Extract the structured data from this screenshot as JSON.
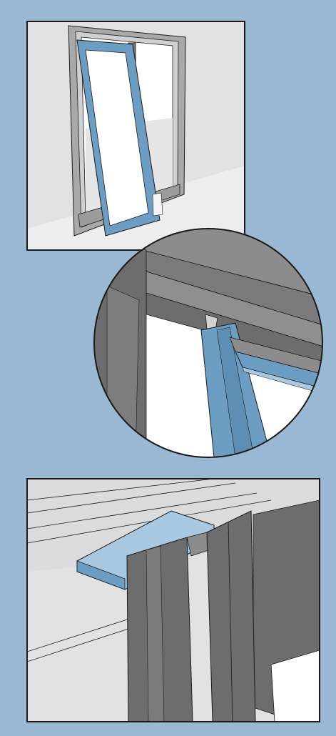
{
  "colors": {
    "background": "#9ab8d3",
    "frame_blue": "#6b9ec2",
    "frame_blue_light": "#a9c8e2",
    "dark_gray": "#6d6d6d",
    "mid_gray": "#8c8c8c",
    "light_gray": "#d2d2d2",
    "wall": "#e2e2e2",
    "white": "#ffffff",
    "outline": "#1a1a1a"
  },
  "panels": [
    {
      "id": "overview",
      "subject": "sliding-door-with-replacement-frame"
    },
    {
      "id": "detail-circle",
      "subject": "top-corner-frame-in-track"
    },
    {
      "id": "closeup",
      "subject": "frame-top-cap-on-door-post"
    }
  ]
}
